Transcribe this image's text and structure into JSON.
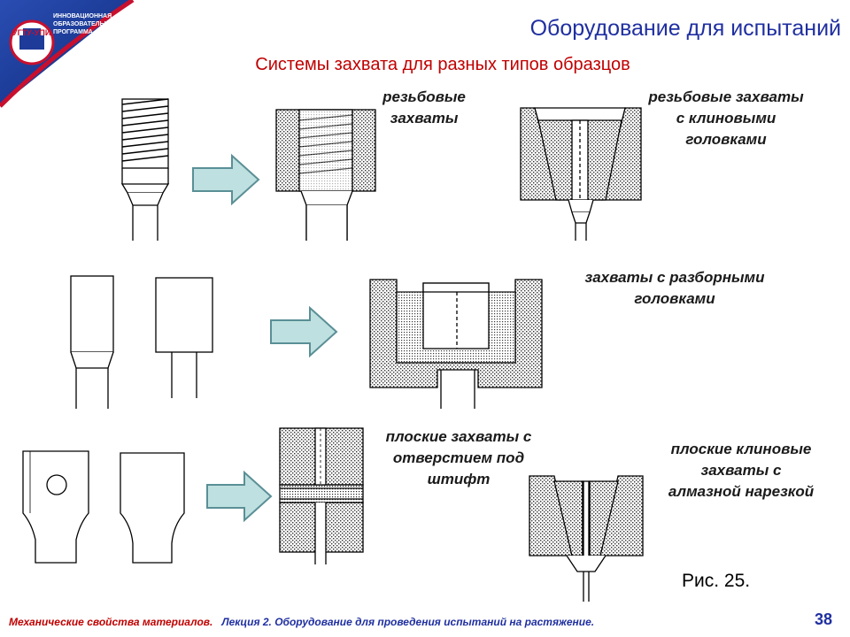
{
  "header": {
    "title": "Оборудование для испытаний",
    "subtitle": "Системы захвата для разных типов образцов"
  },
  "logo": {
    "lines": [
      "ИННОВАЦИОННАЯ",
      "ОБРАЗОВАТЕЛЬНАЯ",
      "ПРОГРАММА"
    ],
    "badge": "УГТУ-УПИ"
  },
  "captions": {
    "threaded": [
      "резьбовые",
      "захваты"
    ],
    "threaded_wedge": [
      "резьбовые захваты",
      "с клиновыми",
      "головками"
    ],
    "split_head": [
      "захваты с разборными",
      "головками"
    ],
    "flat_pin": [
      "плоские захваты с",
      "отверстием под",
      "штифт"
    ],
    "flat_wedge": [
      "плоские клиновые",
      "захваты с",
      "алмазной нарезкой"
    ]
  },
  "figure_label": "Рис. 25.",
  "footer": {
    "course": "Механические свойства материалов.",
    "lecture": "Лекция 2. Оборудование для проведения испытаний на растяжение."
  },
  "page_number": "38",
  "colors": {
    "title": "#1f2fa0",
    "subtitle": "#c00000",
    "arrow_fill": "#bfe0e0",
    "arrow_stroke": "#5a8f96",
    "hatch": "#555555"
  }
}
